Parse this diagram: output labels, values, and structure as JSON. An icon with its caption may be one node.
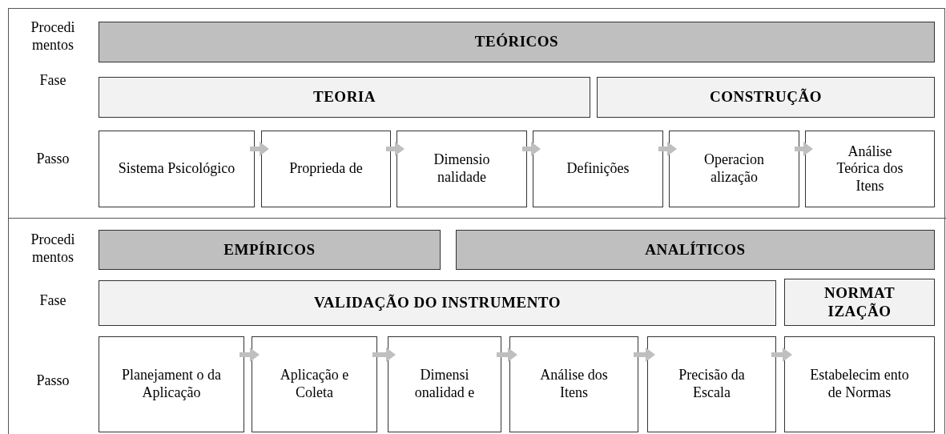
{
  "diagram": {
    "nodes": [
      {
        "text": [
          "TEÓRICOS"
        ]
      },
      {
        "text": [
          "TEORIA"
        ]
      },
      {
        "text": [
          "CONSTRUÇÃO"
        ]
      },
      {
        "text": [
          "Sistema Psicológico"
        ]
      },
      {
        "text": [
          "Proprieda de"
        ]
      },
      {
        "text": [
          "Dimensio nalidade"
        ]
      },
      {
        "text": [
          "Definições"
        ]
      },
      {
        "text": [
          "Operacion alização"
        ]
      },
      {
        "text": [
          "Análise Teórica dos Itens"
        ]
      },
      {
        "text": [
          "EMPÍRICOS"
        ]
      },
      {
        "text": [
          "ANALÍTICOS"
        ]
      },
      {
        "text": [
          "VALIDAÇÃO DO INSTRUMENTO"
        ]
      },
      {
        "text": [
          "NORMAT IZAÇÃO"
        ]
      },
      {
        "text": [
          "Planejament o da Aplicação"
        ]
      },
      {
        "text": [
          "Aplicação e Coleta"
        ]
      },
      {
        "text": [
          "Dimensi onalidad e"
        ]
      },
      {
        "text": [
          "Análise dos Itens"
        ]
      },
      {
        "text": [
          "Precisão da Escala"
        ]
      },
      {
        "text": [
          "Estabelecim ento de Normas"
        ]
      }
    ],
    "edges": [
      {
        "from": 3,
        "to": 4,
        "arrow": "to"
      },
      {
        "from": 4,
        "to": 5,
        "arrow": "to"
      },
      {
        "from": 5,
        "to": 6,
        "arrow": "to"
      },
      {
        "from": 6,
        "to": 7,
        "arrow": "to"
      },
      {
        "from": 7,
        "to": 8,
        "arrow": "to"
      },
      {
        "from": 13,
        "to": 14,
        "arrow": "to"
      },
      {
        "from": 14,
        "to": 15,
        "arrow": "to"
      },
      {
        "from": 15,
        "to": 16,
        "arrow": "to"
      },
      {
        "from": 16,
        "to": 17,
        "arrow": "to"
      },
      {
        "from": 17,
        "to": 18,
        "arrow": "to"
      }
    ],
    "labels": [
      "Procedi mentos",
      "Fase",
      "Passo",
      "Procedi mentos",
      "Fase",
      "Passo"
    ]
  }
}
